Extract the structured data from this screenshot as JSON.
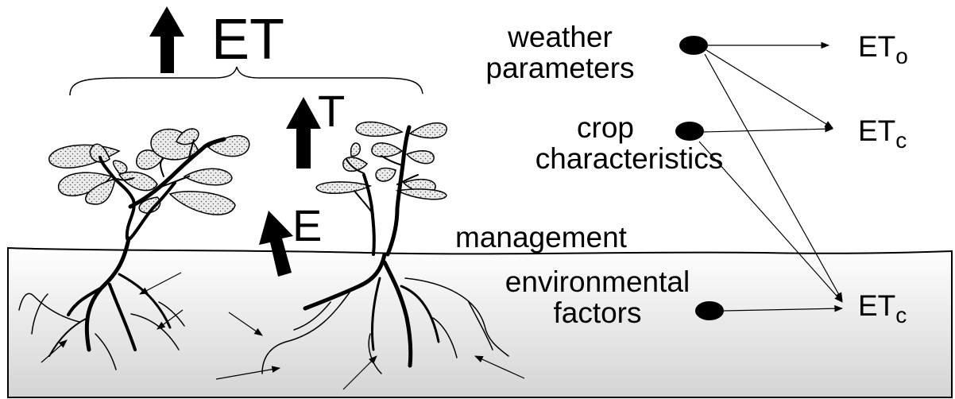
{
  "diagram": {
    "flux_labels": {
      "total": "ET",
      "transpiration": "T",
      "evaporation": "E"
    },
    "factors": [
      {
        "line1": "weather",
        "line2": "parameters"
      },
      {
        "line1": "crop",
        "line2": "characteristics"
      },
      {
        "line1": "management",
        "line2": ""
      },
      {
        "line1": "environmental",
        "line2": "factors"
      }
    ],
    "outputs": [
      {
        "base": "ET",
        "sub": "o"
      },
      {
        "base": "ET",
        "sub": "c"
      },
      {
        "base": "ET",
        "sub": "c"
      }
    ],
    "colors": {
      "ink": "#000000",
      "leaf_fill": "#d9d9d9",
      "soil_top": "#ffffff",
      "soil_bottom": "#d4d4d4"
    }
  }
}
